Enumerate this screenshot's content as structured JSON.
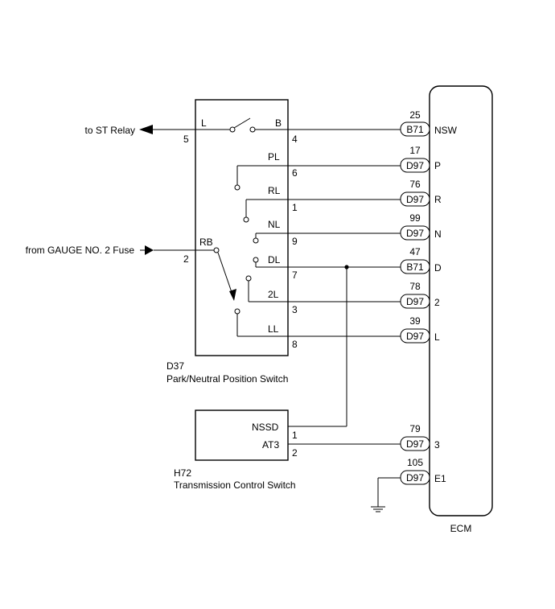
{
  "d37": {
    "code": "D37",
    "name": "Park/Neutral Position Switch",
    "labels": {
      "L": "L",
      "B": "B",
      "PL": "PL",
      "RL": "RL",
      "NL": "NL",
      "DL": "DL",
      "L2": "2L",
      "LL": "LL",
      "RB": "RB"
    },
    "pins": {
      "p5": "5",
      "p4": "4",
      "p6": "6",
      "p1": "1",
      "p9": "9",
      "p7": "7",
      "p3": "3",
      "p8": "8",
      "p2": "2"
    }
  },
  "h72": {
    "code": "H72",
    "name": "Transmission Control Switch",
    "labels": {
      "nssd": "NSSD",
      "at3": "AT3"
    },
    "pins": {
      "p1": "1",
      "p2": "2"
    }
  },
  "ecm": {
    "name": "ECM",
    "terminals": [
      {
        "pin": "25",
        "connector": "B71",
        "signal": "NSW"
      },
      {
        "pin": "17",
        "connector": "D97",
        "signal": "P"
      },
      {
        "pin": "76",
        "connector": "D97",
        "signal": "R"
      },
      {
        "pin": "99",
        "connector": "D97",
        "signal": "N"
      },
      {
        "pin": "47",
        "connector": "B71",
        "signal": "D"
      },
      {
        "pin": "78",
        "connector": "D97",
        "signal": "2"
      },
      {
        "pin": "39",
        "connector": "D97",
        "signal": "L"
      },
      {
        "pin": "79",
        "connector": "D97",
        "signal": "3"
      },
      {
        "pin": "105",
        "connector": "D97",
        "signal": "E1"
      }
    ]
  },
  "external": {
    "st_relay": "to ST Relay",
    "gauge_fuse": "from GAUGE NO. 2 Fuse"
  }
}
